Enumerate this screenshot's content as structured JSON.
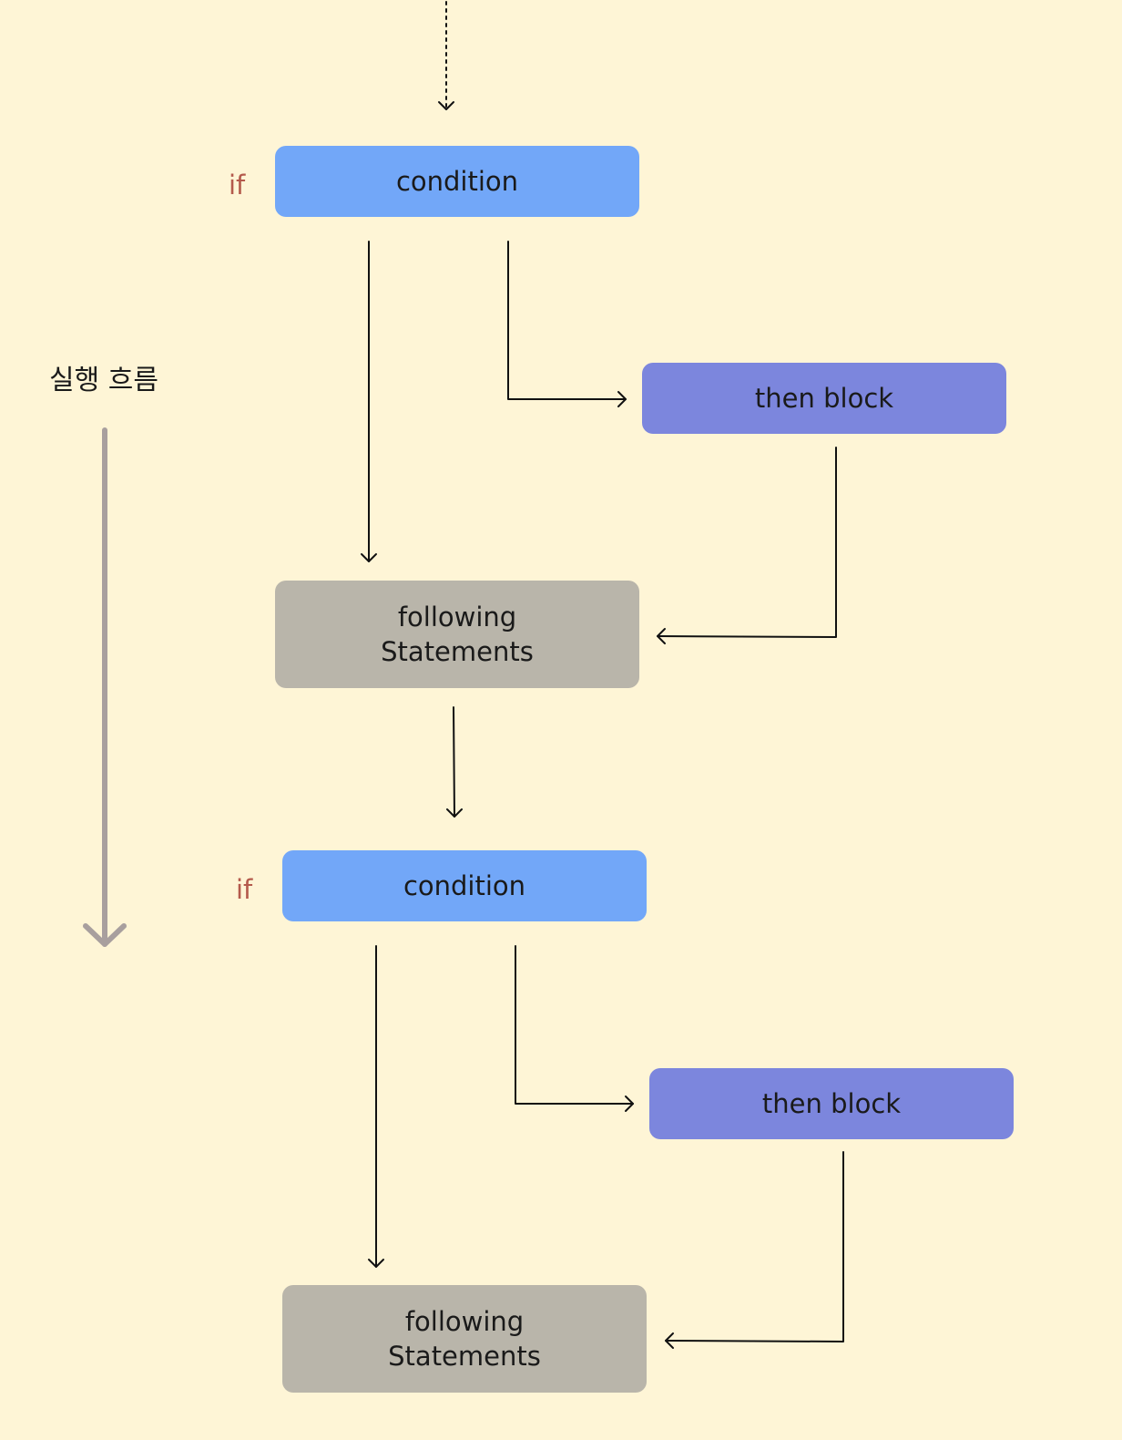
{
  "flow_label": "실행 흐름",
  "colors": {
    "background": "#FEF5D6",
    "condition": "#72A7F8",
    "then_block": "#7C86DD",
    "following": "#B9B5AA",
    "if_keyword": "#B45A4C",
    "flow_arrow": "#A89F9E"
  },
  "blocks": [
    {
      "if_keyword": "if",
      "condition": "condition",
      "then_block": "then block",
      "following_line1": "following",
      "following_line2": "Statements"
    },
    {
      "if_keyword": "if",
      "condition": "condition",
      "then_block": "then block",
      "following_line1": "following",
      "following_line2": "Statements"
    }
  ]
}
